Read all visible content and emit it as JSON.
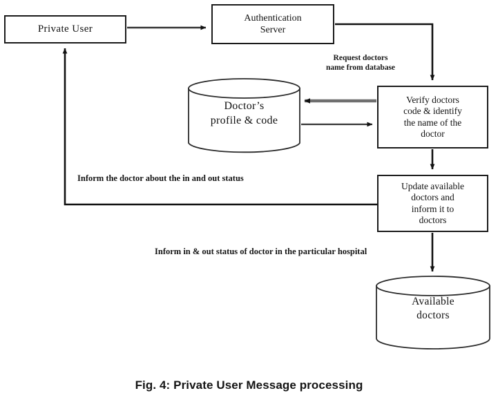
{
  "figure": {
    "caption": "Fig. 4: Private User Message processing",
    "title": "Private User Message processing",
    "number": "Fig. 4"
  },
  "diagram": {
    "type": "flowchart",
    "nodes": [
      {
        "id": "private-user",
        "label": "Private User",
        "shape": "rectangle"
      },
      {
        "id": "auth-server",
        "label": "Authentication\nServer",
        "shape": "rectangle"
      },
      {
        "id": "doctor-profile",
        "label": "Doctor’s\nprofile & code",
        "shape": "cylinder"
      },
      {
        "id": "verify-doctors",
        "label": "Verify doctors\ncode & identify\nthe name of the\ndoctor",
        "shape": "rectangle"
      },
      {
        "id": "update-available",
        "label": "Update available\ndoctors and\ninform it to\ndoctors",
        "shape": "rectangle"
      },
      {
        "id": "available-doctors",
        "label": "Available\ndoctors",
        "shape": "cylinder"
      }
    ],
    "edge_labels": {
      "request_doctors": "Request doctors\nname from database",
      "inform_doctor_status": "Inform the doctor about the in and out status",
      "inform_inout_status": "Inform in & out status of doctor in the particular hospital"
    },
    "edges": [
      {
        "from": "private-user",
        "to": "auth-server",
        "label": ""
      },
      {
        "from": "auth-server",
        "to": "verify-doctors",
        "label": "Request doctors name from database"
      },
      {
        "from": "verify-doctors",
        "to": "doctor-profile",
        "label": ""
      },
      {
        "from": "doctor-profile",
        "to": "verify-doctors",
        "label": ""
      },
      {
        "from": "verify-doctors",
        "to": "update-available",
        "label": ""
      },
      {
        "from": "update-available",
        "to": "private-user",
        "label": "Inform the doctor about the in and out status"
      },
      {
        "from": "update-available",
        "to": "available-doctors",
        "label": "Inform in & out status of doctor in the particular hospital"
      }
    ]
  },
  "colors": {
    "stroke": "#1a1a1a",
    "stroke_light": "#555555",
    "background": "#ffffff",
    "text": "#111111"
  }
}
